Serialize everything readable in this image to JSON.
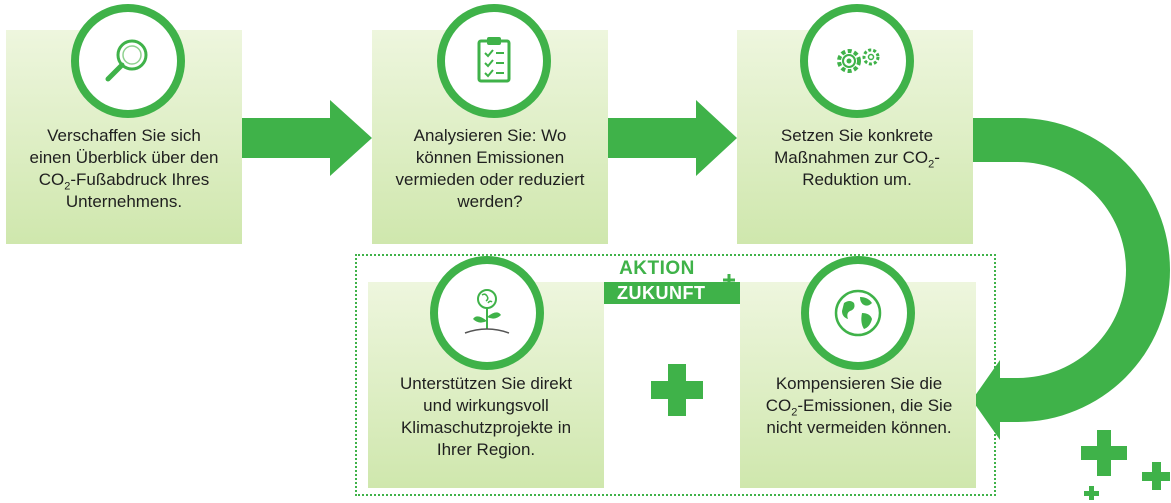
{
  "steps": [
    {
      "icon": "magnifier-icon",
      "text_before": "Verschaffen Sie sich einen Überblick über den CO",
      "sub": "2",
      "text_after": "-Fußabdruck Ihres Unternehmens."
    },
    {
      "icon": "clipboard-checklist-icon",
      "text_before": "Analysieren Sie: Wo können Emissionen vermieden oder reduziert werden?",
      "sub": "",
      "text_after": ""
    },
    {
      "icon": "gears-icon",
      "text_before": "Setzen Sie konkrete Maßnahmen zur CO",
      "sub": "2",
      "text_after": "-Reduktion um."
    },
    {
      "icon": "plant-globe-icon",
      "text_before": "Unterstützen Sie direkt und wirkungsvoll Klimaschutzprojekte in Ihrer Region.",
      "sub": "",
      "text_after": ""
    },
    {
      "icon": "globe-icon",
      "text_before": "Kompensieren Sie die CO",
      "sub": "2",
      "text_after": "-Emissionen, die Sie nicht vermeiden können."
    }
  ],
  "badge": {
    "line1": "AKTION",
    "line2": "ZUKUNFT"
  },
  "colors": {
    "accent": "#3fb249",
    "box_light": "#eef6de",
    "box_dark": "#cfe7ad",
    "plus": "#2e9e44"
  }
}
